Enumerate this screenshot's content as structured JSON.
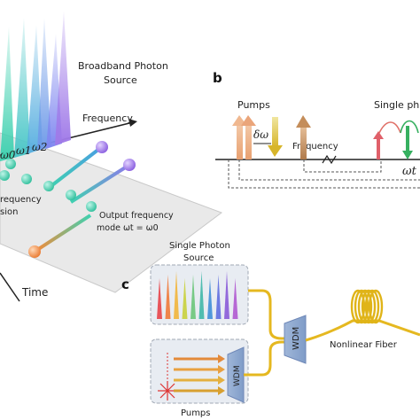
{
  "panel_a": {
    "broadband_line1": "Broadband Photon",
    "broadband_line2": "Source",
    "frequency_axis": "Frequency",
    "time_axis": "Time",
    "omega0": "ω0",
    "omega1": "ω1",
    "omega2": "ω2",
    "left_cut_line1": "requency",
    "left_cut_line2": "sion",
    "output_line1": "Output frequency",
    "output_line2": "mode ωt = ω0",
    "colors": [
      "#3fd1b0",
      "#47c8c2",
      "#5ab6d8",
      "#6aa3e6",
      "#7c8ff0",
      "#9c7ee8"
    ]
  },
  "panel_b": {
    "panel_letter": "b",
    "pumps": "Pumps",
    "delta_omega": "δω",
    "frequency": "Frequency",
    "single_photon_cut": "Single ph",
    "omega_t": "ωt"
  },
  "panel_c": {
    "panel_letter": "c",
    "source_line1": "Single Photon",
    "source_line2": "Source",
    "wdm_main": "WDM",
    "wdm_small": "WDM",
    "nonlinear_fiber": "Nonlinear Fiber",
    "pumps": "Pumps",
    "spectrum_colors": [
      "#e8454a",
      "#ef7a3a",
      "#f2b53a",
      "#c9d23c",
      "#6cc77a",
      "#3fb8a8",
      "#3f8fd8",
      "#5f6fe0",
      "#8a5bd8",
      "#b05ad0"
    ]
  }
}
